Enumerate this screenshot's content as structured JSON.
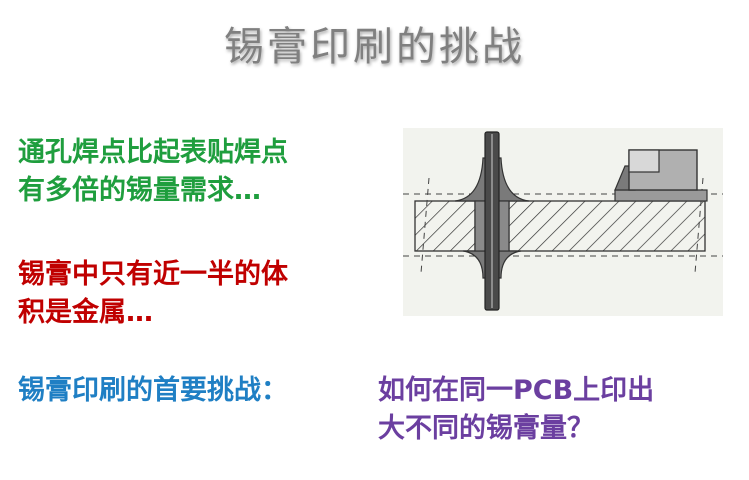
{
  "slide": {
    "title": "锡膏印刷的挑战",
    "paragraphs": [
      {
        "line1": "通孔焊点比起表贴焊点",
        "line2": "有多倍的锡量需求…",
        "color": "#1f9e3e"
      },
      {
        "line1": "锡膏中只有近一半的体",
        "line2": "积是金属…",
        "color": "#c00000"
      },
      {
        "line1": "锡膏印刷的首要挑战：",
        "line2": "",
        "color": "#1f7fc4"
      },
      {
        "line1": "如何在同一PCB上印出",
        "line2": "大不同的锡膏量？",
        "color": "#6b3fa0"
      }
    ]
  },
  "figure": {
    "description_icon": "through-hole-vs-smt-solder-joint-diagram",
    "colors": {
      "board_bg": "#f2f3ee",
      "lead": "#4a4a4a",
      "solder": "#7a7a7a",
      "pad": "#9a9a9a"
    }
  }
}
